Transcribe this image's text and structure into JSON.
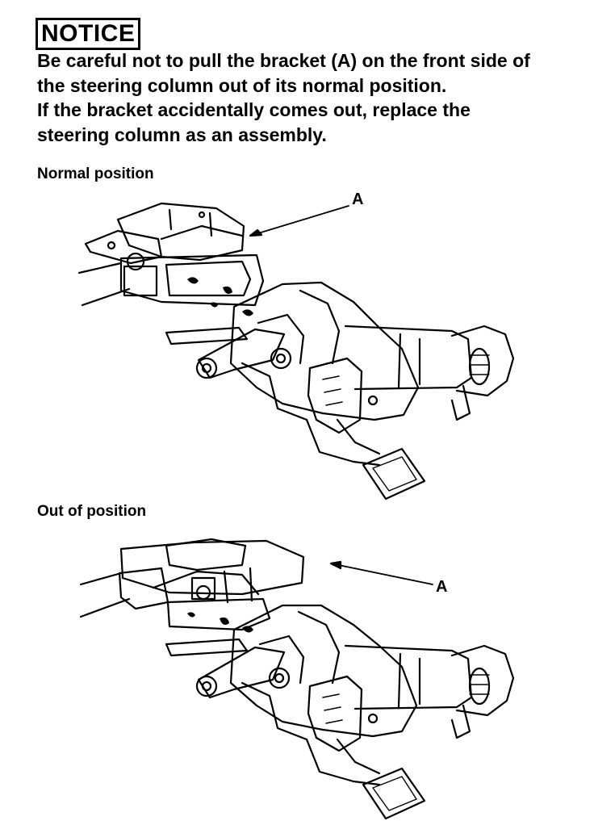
{
  "notice": {
    "badge": "NOTICE",
    "lines": [
      "Be careful not to pull the bracket (A) on the front side of",
      "the steering column out of its normal position.",
      "If the bracket accidentally comes out, replace the",
      "steering column as an assembly."
    ]
  },
  "figures": [
    {
      "label": "Normal position",
      "callout": "A"
    },
    {
      "label": "Out of position",
      "callout": "A"
    }
  ]
}
